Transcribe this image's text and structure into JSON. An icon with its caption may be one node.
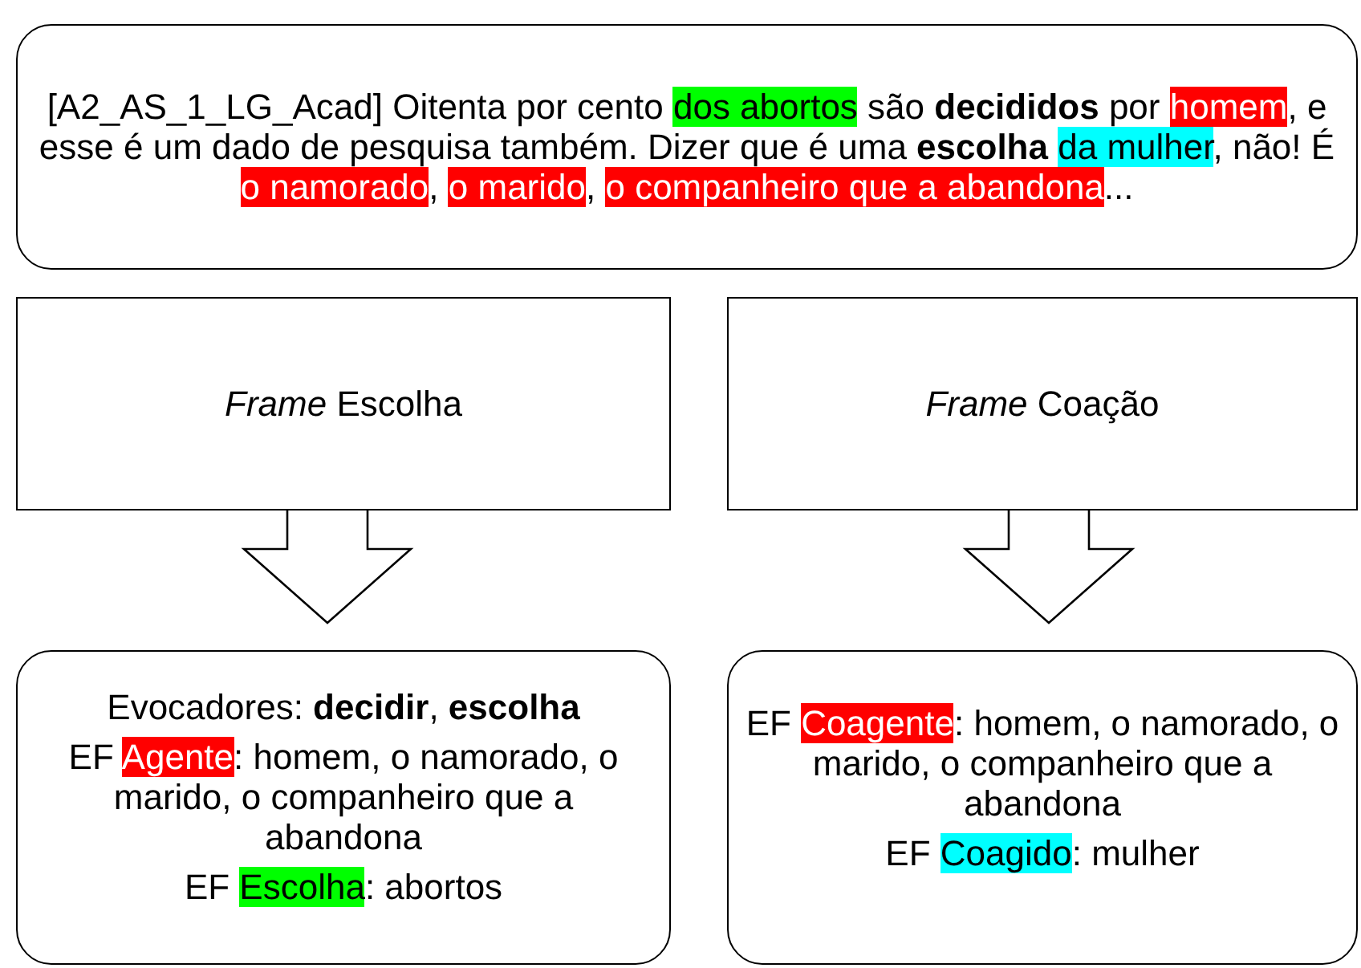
{
  "diagram": {
    "nodes": [
      {
        "text": [
          "[A2_AS_1_LG_Acad] Oitenta por cento dos abortos são **decididos** por homem, e esse é um dado de pesquisa também. Dizer que é uma **escolha** da mulher, não! É o namorado, o marido, o companheiro que a abandona..."
        ]
      },
      {
        "text": [
          "*Frame* Escolha"
        ]
      },
      {
        "text": [
          "*Frame* Coação"
        ]
      },
      {
        "text": [
          "Evocadores: **decidir**, **escolha**",
          "EF Agente: homem, o namorado, o marido, o companheiro que a abandona",
          "EF Escolha: abortos"
        ]
      },
      {
        "text": [
          "EF Coagente: homem, o namorado, o marido, o companheiro que a abandona",
          "EF Coagido: mulher"
        ]
      }
    ],
    "edges": [
      {
        "from": 1,
        "to": 3,
        "arrow": "to"
      },
      {
        "from": 2,
        "to": 4,
        "arrow": "to"
      }
    ]
  }
}
